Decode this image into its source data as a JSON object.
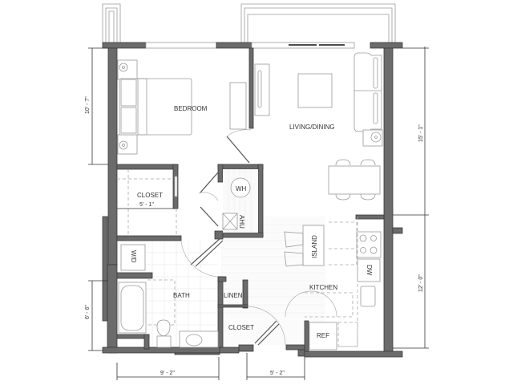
{
  "floor_plan": {
    "rooms": [
      {
        "id": "bedroom",
        "label": "BEDROOM"
      },
      {
        "id": "living",
        "label": "LIVING/DINING"
      },
      {
        "id": "closet1",
        "label": "CLOSET"
      },
      {
        "id": "bath",
        "label": "BATH"
      },
      {
        "id": "linen",
        "label": "LINEN"
      },
      {
        "id": "closet2",
        "label": "CLOSET"
      },
      {
        "id": "kitchen",
        "label": "KITCHEN"
      }
    ],
    "fixtures": {
      "water_heater": "WH",
      "air_handler": "AHU",
      "washer_dryer": "W/D",
      "island": "ISLAND",
      "dishwasher": "DW",
      "refrigerator": "REF"
    },
    "dimensions": {
      "bedroom_depth": "10' - 7\"",
      "living_depth": "15' - 1\"",
      "kitchen_depth": "12' - 0\"",
      "bath_depth": "6' - 6\"",
      "closet_width": "5' - 1\"",
      "bottom_left_width": "9' - 2\"",
      "bottom_right_width": "5' - 2\""
    }
  }
}
